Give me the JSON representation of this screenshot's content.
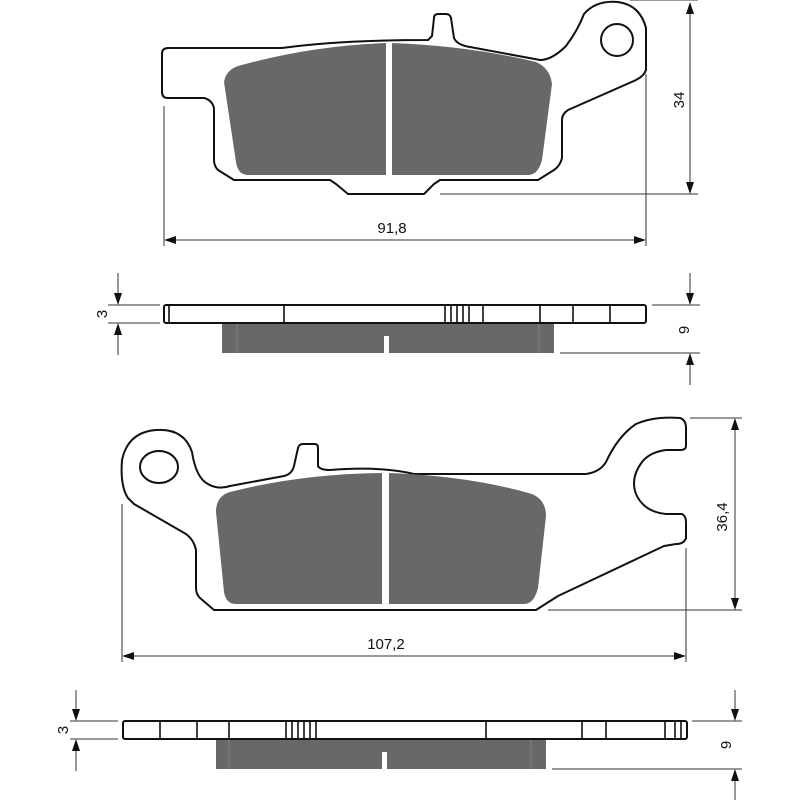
{
  "drawing": {
    "title": "Brake pad technical drawing",
    "colors": {
      "friction_material": "#686868",
      "outline": "#111111",
      "background": "#ffffff"
    },
    "pads": [
      {
        "id": "pad-1",
        "view": "front",
        "width_label": "91,8",
        "height_label": "34"
      },
      {
        "id": "pad-1",
        "view": "side",
        "backing_thickness_label": "3",
        "total_thickness_label": "9"
      },
      {
        "id": "pad-2",
        "view": "front",
        "width_label": "107,2",
        "height_label": "36,4"
      },
      {
        "id": "pad-2",
        "view": "side",
        "backing_thickness_label": "3",
        "total_thickness_label": "9"
      }
    ]
  }
}
